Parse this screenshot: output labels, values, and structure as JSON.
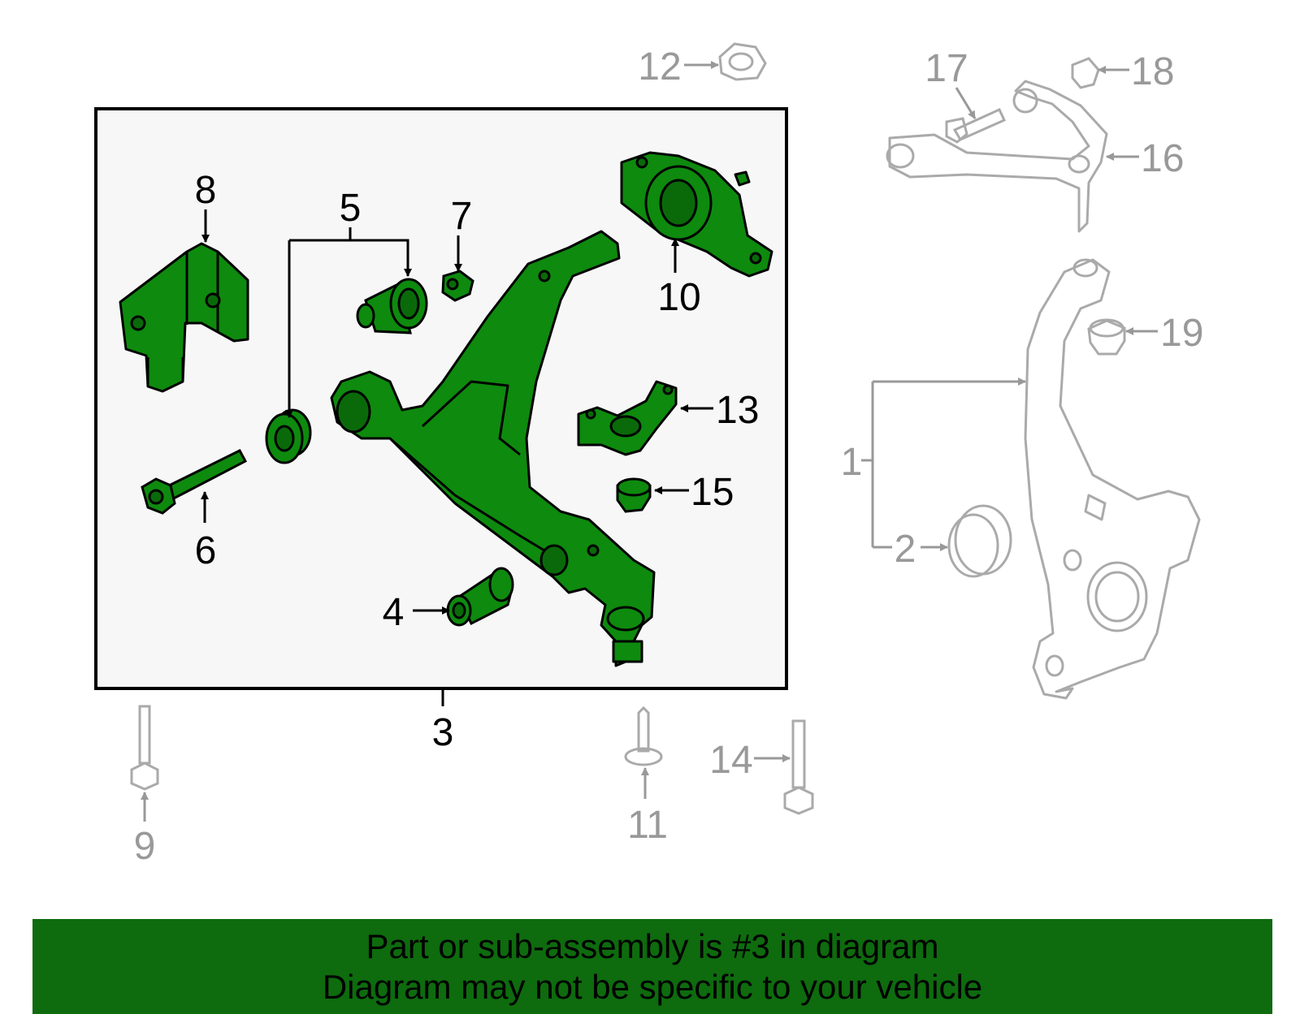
{
  "diagram": {
    "active_part": "3",
    "colors": {
      "active_fill": "#0e8a0e",
      "active_stroke": "#000000",
      "inactive_stroke": "#aaaaaa",
      "box_bg": "#f7f7f7",
      "banner_bg": "#0e6b0e"
    },
    "callouts": {
      "c1": "1",
      "c2": "2",
      "c3": "3",
      "c4": "4",
      "c5": "5",
      "c6": "6",
      "c7": "7",
      "c8": "8",
      "c9": "9",
      "c10": "10",
      "c11": "11",
      "c12": "12",
      "c13": "13",
      "c14": "14",
      "c15": "15",
      "c16": "16",
      "c17": "17",
      "c18": "18",
      "c19": "19"
    }
  },
  "banner": {
    "line1": "Part or sub-assembly is #3 in diagram",
    "line2": "Diagram may not be specific to your vehicle"
  }
}
